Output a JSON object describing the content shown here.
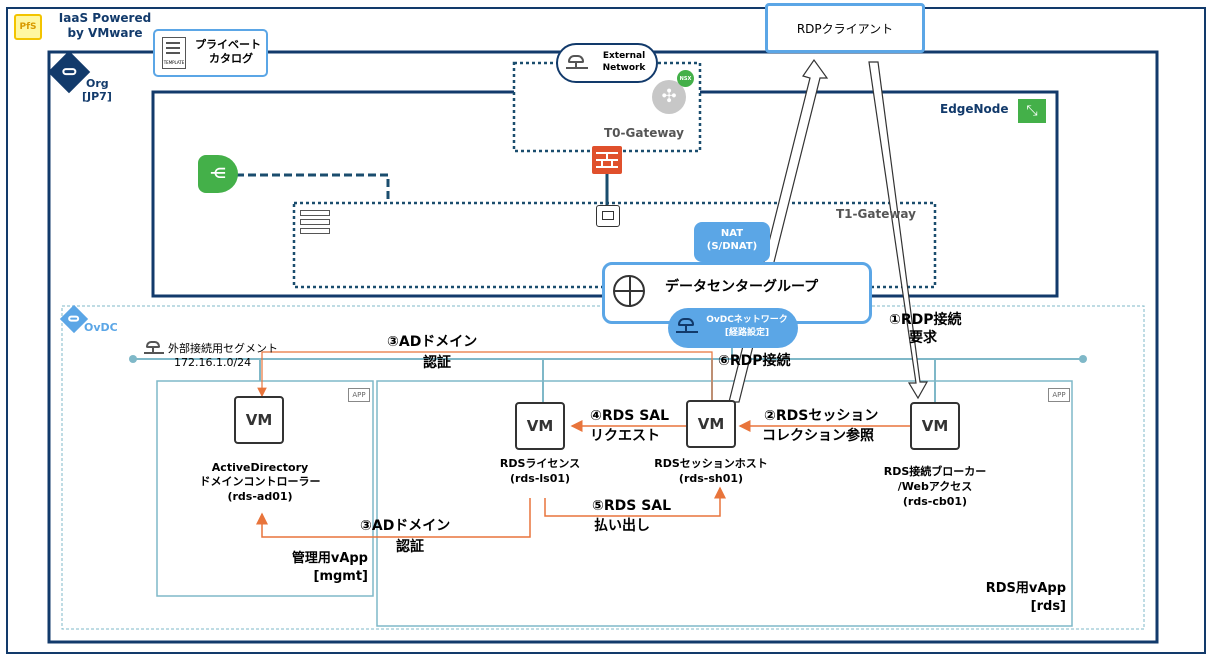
{
  "brand": {
    "logo": "PfS",
    "title_line1": "IaaS Powered",
    "title_line2": "by VMware"
  },
  "catalog": {
    "line1": "プライベート",
    "line2": "カタログ",
    "icon_text": "TEMPLATE"
  },
  "org": {
    "line1": "Org",
    "line2": "[JP7]"
  },
  "rdp_client": {
    "label": "RDPクライアント"
  },
  "external_network": {
    "line1": "External",
    "line2": "Network"
  },
  "nsx_badge": "NSX",
  "t0_gateway": "T0-Gateway",
  "edge_node": "EdgeNode",
  "t1_gateway": "T1-Gateway",
  "nat": {
    "line1": "NAT",
    "line2": "(S/DNAT)"
  },
  "dc_group": "データセンターグループ",
  "ovdc_network": {
    "line1": "OvDCネットワーク",
    "line2": "[経路設定]"
  },
  "ovdc": "OvDC",
  "external_segment": {
    "line1": "外部接続用セグメント",
    "line2": "172.16.1.0/24"
  },
  "vms": {
    "ad": {
      "label": "VM",
      "line1": "ActiveDirectory",
      "line2": "ドメインコントローラー",
      "line3": "(rds-ad01)"
    },
    "ls": {
      "label": "VM",
      "line1": "RDSライセンス",
      "line2": "(rds-ls01)"
    },
    "sh": {
      "label": "VM",
      "line1": "RDSセッションホスト",
      "line2": "(rds-sh01)"
    },
    "cb": {
      "label": "VM",
      "line1": "RDS接続ブローカー",
      "line2": "/Webアクセス",
      "line3": "(rds-cb01)"
    }
  },
  "app_badge": "APP",
  "vapp_mgmt": {
    "line1": "管理用vApp",
    "line2": "[mgmt]"
  },
  "vapp_rds": {
    "line1": "RDS用vApp",
    "line2": "[rds]"
  },
  "steps": {
    "s1": {
      "line1": "①RDP接続",
      "line2": "要求"
    },
    "s2": {
      "line1": "②RDSセッション",
      "line2": "コレクション参照"
    },
    "s3a": {
      "line1": "③ADドメイン",
      "line2": "認証"
    },
    "s3b": {
      "line1": "③ADドメイン",
      "line2": "認証"
    },
    "s4": {
      "line1": "④RDS SAL",
      "line2": "リクエスト"
    },
    "s5": {
      "line1": "⑤RDS SAL",
      "line2": "払い出し"
    },
    "s6": {
      "line1": "⑥RDP接続"
    }
  },
  "colors": {
    "navy": "#123a6b",
    "teal_dash": "#1a4d6e",
    "light_blue": "#5ba6e6",
    "orange": "#e8743b",
    "green": "#44b049",
    "red": "#e0502c",
    "vapp_border": "#7fb8c8"
  }
}
